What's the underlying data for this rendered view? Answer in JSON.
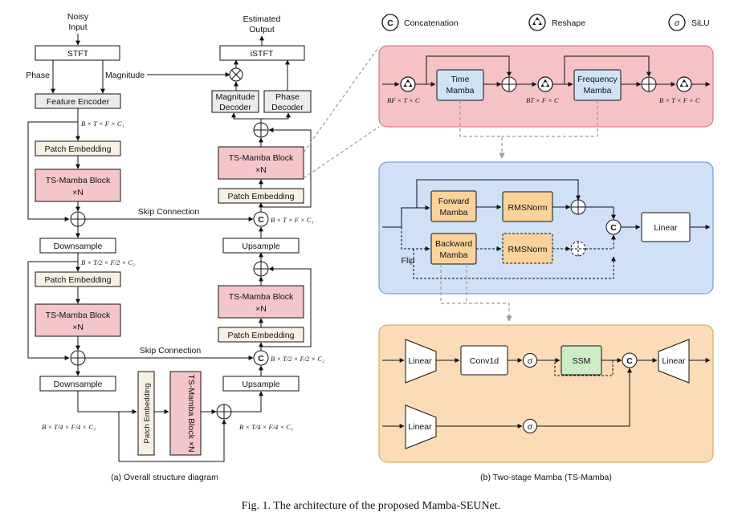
{
  "legend": {
    "concat_symbol": "C",
    "concat": "Concatenation",
    "reshape": "Reshape",
    "silu_symbol": "σ",
    "silu": "SiLU"
  },
  "left": {
    "noisy_input": [
      "Noisy",
      "Input"
    ],
    "stft": "STFT",
    "phase": "Phase",
    "magnitude": "Magnitude",
    "feature_encoder": "Feature Encoder",
    "dim1": "B × T × F × C₁",
    "patch_embedding": "Patch Embedding",
    "ts_mamba_block": [
      "TS-Mamba Block",
      "×N"
    ],
    "skip_connection": "Skip Connection",
    "downsample": "Downsample",
    "dim2": "B × T/2 × F/2 × C₂",
    "dim3": "B × T/4 × F/4 × C₃",
    "estimated_output": [
      "Estimated",
      "Output"
    ],
    "istft": "iSTFT",
    "magnitude_decoder": [
      "Magnitude",
      "Decoder"
    ],
    "phase_decoder": [
      "Phase",
      "Decoder"
    ],
    "upsample": "Upsample",
    "concat_dim1": "B × T × F × C₁",
    "concat_dim2": "B × T/2 × F/2 × C₂",
    "bottom_patch": "Patch Embedding",
    "bottom_ts": "TS-Mamba Block ×N",
    "caption": "(a) Overall structure diagram"
  },
  "right": {
    "time_mamba": [
      "Time",
      "Mamba"
    ],
    "frequency_mamba": [
      "Frequency",
      "Mamba"
    ],
    "dim_a": "BF × T × C",
    "dim_b": "BT × F × C",
    "dim_c": "B × T × F × C",
    "forward_mamba": [
      "Forward",
      "Mamba"
    ],
    "backward_mamba": [
      "Backward",
      "Mamba"
    ],
    "rmsnorm": "RMSNorm",
    "linear": "Linear",
    "flip": "Flip",
    "conv1d": "Conv1d",
    "ssm": "SSM",
    "caption": "(b) Two-stage Mamba (TS-Mamba)"
  },
  "figure_caption": "Fig. 1.  The architecture of the proposed Mamba-SEUNet.",
  "colors": {
    "red_panel": "#f5c2c5",
    "red_border": "#c96a72",
    "blue_panel": "#cfe0f7",
    "blue_border": "#5f8fcf",
    "orange_panel": "#fbdcb6",
    "orange_border": "#d99a4a",
    "pink_box": "#f5c6c9",
    "gray_box": "#ececec",
    "beige_box": "#f7f1e3",
    "light_blue_box": "#cfe2f8",
    "mamba_orange": "#fbd39a",
    "green_box": "#cdebc7"
  }
}
